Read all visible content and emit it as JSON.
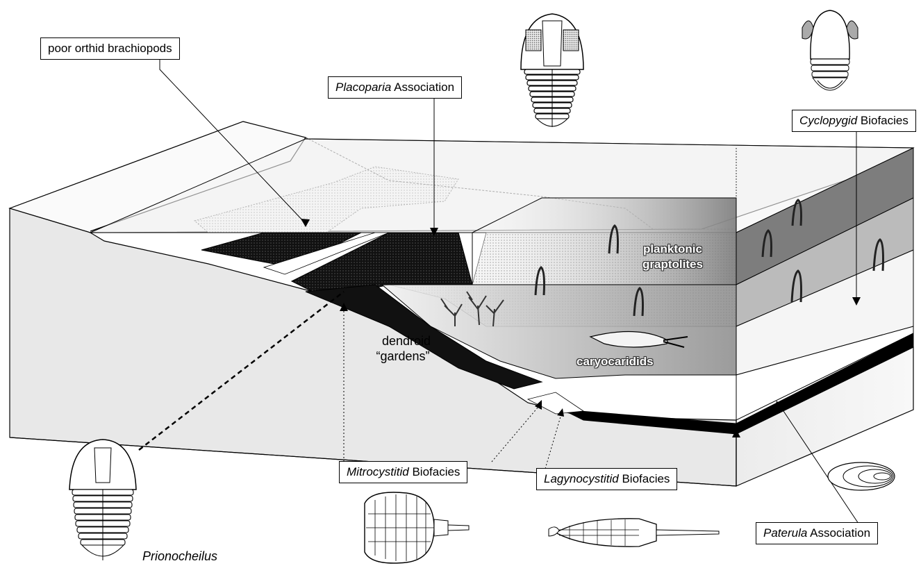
{
  "labels": {
    "orthid": {
      "text": "poor orthid brachiopods"
    },
    "placoparia": {
      "italic": "Placoparia",
      "rest": " Association"
    },
    "cyclopygid": {
      "italic": "Cyclopygid",
      "rest": " Biofacies"
    },
    "mitrocystitid": {
      "italic": "Mitrocystitid",
      "rest": " Biofacies"
    },
    "lagynocystitid": {
      "italic": "Lagynocystitid",
      "rest": " Biofacies"
    },
    "paterula": {
      "italic": "Paterula",
      "rest": " Association"
    }
  },
  "annotations": {
    "planktonic_line1": "planktonic",
    "planktonic_line2": "graptolites",
    "dendroid_line1": "dendroid",
    "dendroid_line2": "“gardens”",
    "caryocaridids": "caryocaridids",
    "prionocheilus": "Prionocheilus"
  },
  "colors": {
    "line": "#000000",
    "land_fill": "#e8e8e8",
    "sea_surface": "#f2f2f2",
    "dark_band": "#111111",
    "deep_water": "#9a9a9a"
  },
  "icons": [
    "trilobite-icon",
    "cyclopygid-trilobite-icon",
    "prionocheilus-trilobite-icon",
    "mitrocystitid-icon",
    "lagynocystitid-icon",
    "paterula-shell-icon",
    "graptolite-icon",
    "dendroid-icon",
    "caryocaridid-icon"
  ]
}
